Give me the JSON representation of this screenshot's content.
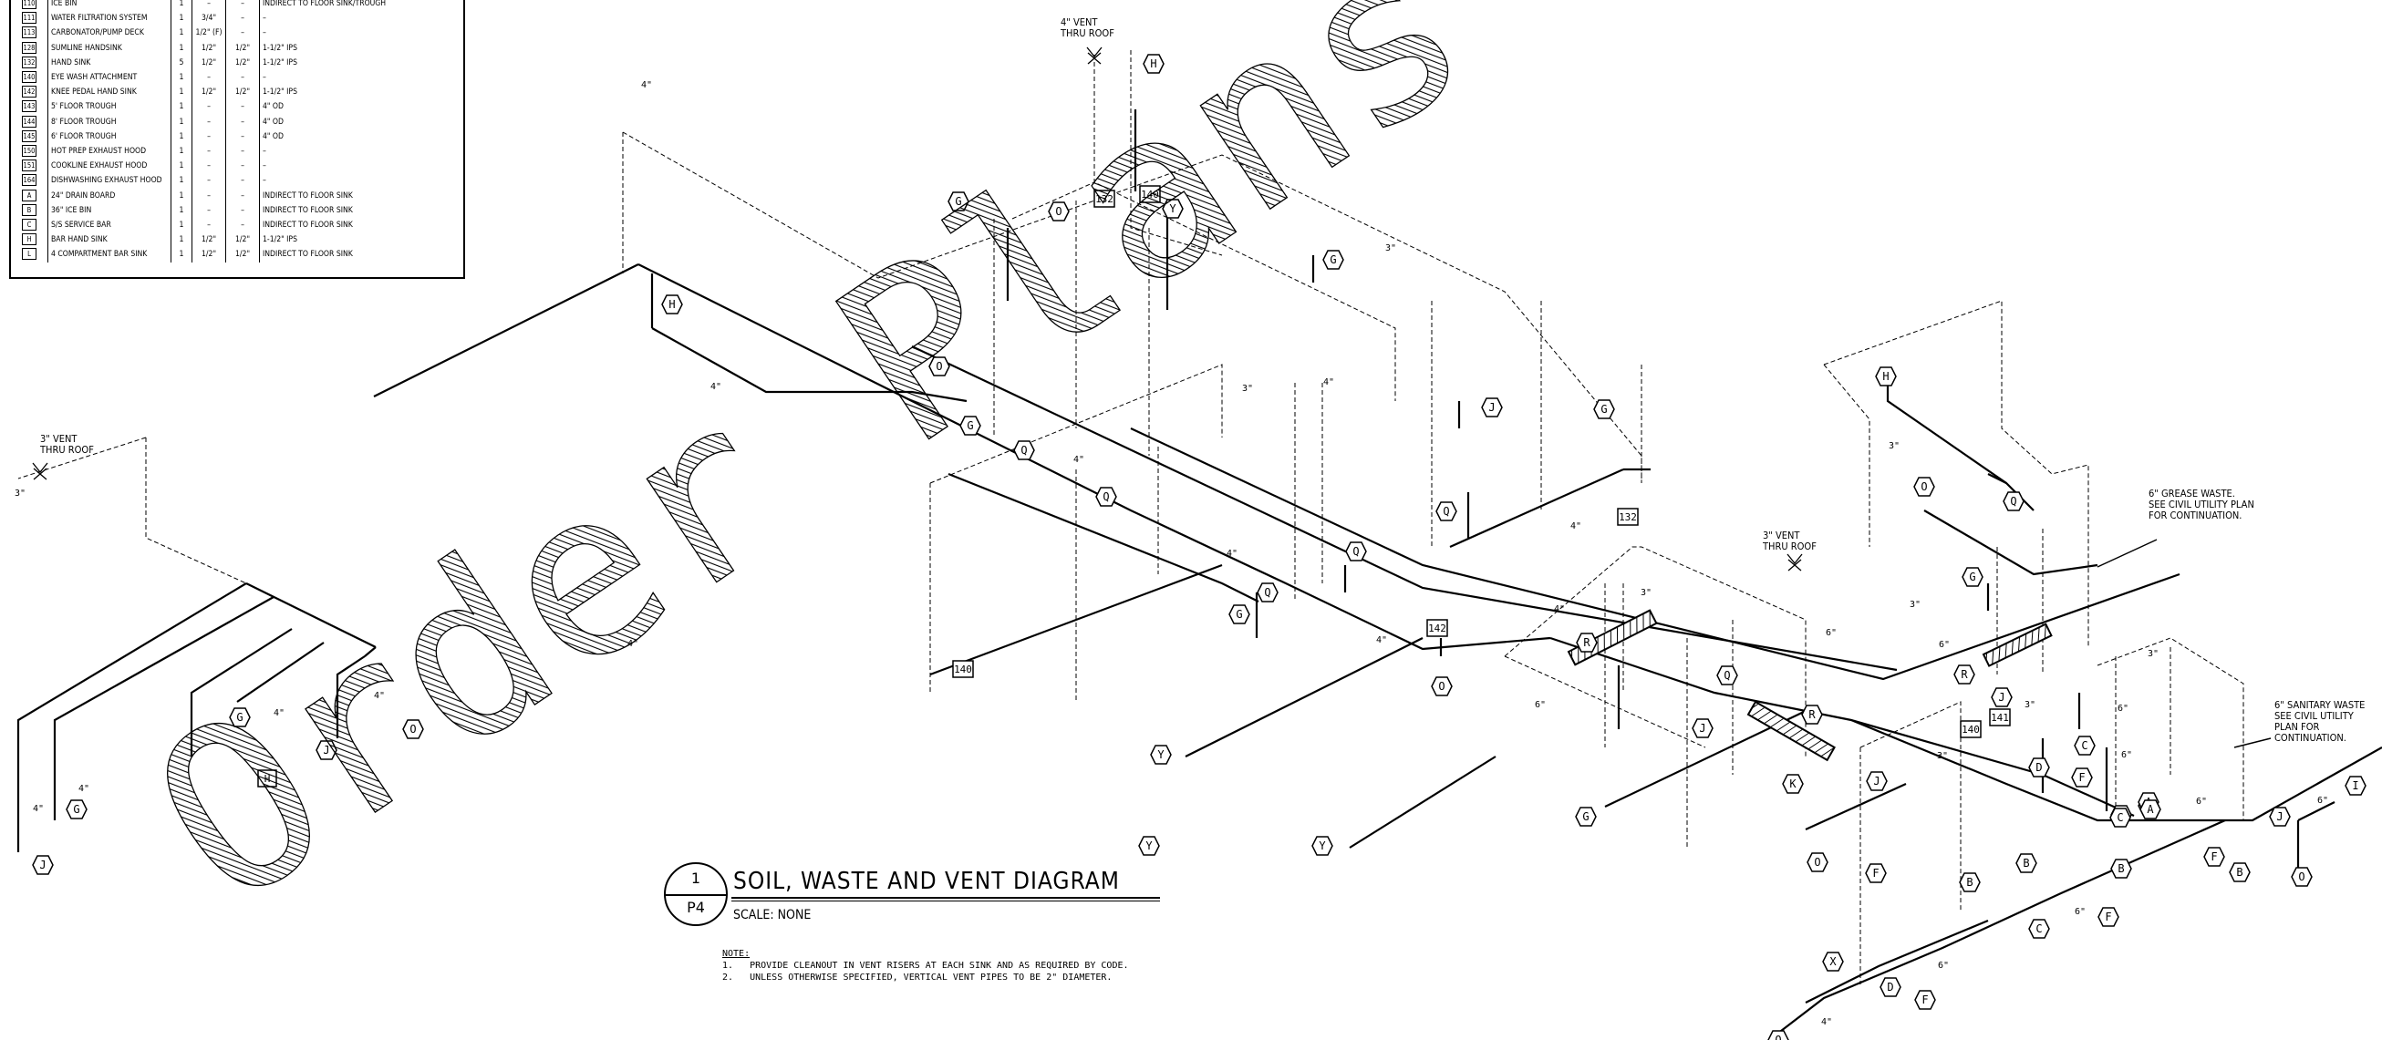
{
  "fixture_schedule": {
    "rows": [
      {
        "tag": "110",
        "name": "ICE BIN",
        "qty": "1",
        "c1": "–",
        "c2": "–",
        "remarks": "INDIRECT TO FLOOR SINK/TROUGH"
      },
      {
        "tag": "111",
        "name": "WATER FILTRATION SYSTEM",
        "qty": "1",
        "c1": "3/4\"",
        "c2": "–",
        "remarks": "–"
      },
      {
        "tag": "113",
        "name": "CARBONATOR/PUMP DECK",
        "qty": "1",
        "c1": "1/2\" (F)",
        "c2": "–",
        "remarks": "–"
      },
      {
        "tag": "128",
        "name": "SUMLINE HANDSINK",
        "qty": "1",
        "c1": "1/2\"",
        "c2": "1/2\"",
        "remarks": "1-1/2\" IPS"
      },
      {
        "tag": "132",
        "name": "HAND SINK",
        "qty": "5",
        "c1": "1/2\"",
        "c2": "1/2\"",
        "remarks": "1-1/2\" IPS"
      },
      {
        "tag": "140",
        "name": "EYE WASH ATTACHMENT",
        "qty": "1",
        "c1": "–",
        "c2": "–",
        "remarks": "–"
      },
      {
        "tag": "142",
        "name": "KNEE PEDAL HAND SINK",
        "qty": "1",
        "c1": "1/2\"",
        "c2": "1/2\"",
        "remarks": "1-1/2\" IPS"
      },
      {
        "tag": "143",
        "name": "5' FLOOR TROUGH",
        "qty": "1",
        "c1": "–",
        "c2": "–",
        "remarks": "4\" OD"
      },
      {
        "tag": "144",
        "name": "8' FLOOR TROUGH",
        "qty": "1",
        "c1": "–",
        "c2": "–",
        "remarks": "4\" OD"
      },
      {
        "tag": "145",
        "name": "6' FLOOR TROUGH",
        "qty": "1",
        "c1": "–",
        "c2": "–",
        "remarks": "4\" OD"
      },
      {
        "tag": "150",
        "name": "HOT PREP EXHAUST HOOD",
        "qty": "1",
        "c1": "–",
        "c2": "–",
        "remarks": "–"
      },
      {
        "tag": "151",
        "name": "COOKLINE EXHAUST HOOD",
        "qty": "1",
        "c1": "–",
        "c2": "–",
        "remarks": "–"
      },
      {
        "tag": "164",
        "name": "DISHWASHING EXHAUST HOOD",
        "qty": "1",
        "c1": "–",
        "c2": "–",
        "remarks": "–"
      },
      {
        "tag": "A",
        "name": "24\" DRAIN BOARD",
        "qty": "1",
        "c1": "–",
        "c2": "–",
        "remarks": "INDIRECT TO FLOOR SINK"
      },
      {
        "tag": "B",
        "name": "36\" ICE BIN",
        "qty": "1",
        "c1": "–",
        "c2": "–",
        "remarks": "INDIRECT TO FLOOR SINK"
      },
      {
        "tag": "C",
        "name": "S/S SERVICE BAR",
        "qty": "1",
        "c1": "–",
        "c2": "–",
        "remarks": "INDIRECT TO FLOOR SINK"
      },
      {
        "tag": "H",
        "name": "BAR HAND SINK",
        "qty": "1",
        "c1": "1/2\"",
        "c2": "1/2\"",
        "remarks": "1-1/2\" IPS"
      },
      {
        "tag": "L",
        "name": "4 COMPARTMENT BAR SINK",
        "qty": "1",
        "c1": "1/2\"",
        "c2": "1/2\"",
        "remarks": "INDIRECT TO FLOOR SINK"
      }
    ]
  },
  "title": {
    "detail_number": "1",
    "sheet": "P4",
    "heading": "SOIL, WASTE AND VENT DIAGRAM",
    "scale": "SCALE: NONE"
  },
  "notes": {
    "heading": "NOTE:",
    "items": [
      "1.   PROVIDE CLEANOUT IN VENT RISERS AT EACH SINK AND AS REQUIRED BY CODE.",
      "2.   UNLESS OTHERWISE SPECIFIED, VERTICAL VENT PIPES TO BE 2\" DIAMETER."
    ]
  },
  "callouts": {
    "vent_top": "4\" VENT\nTHRU ROOF",
    "vent_left": "3\" VENT\nTHRU ROOF",
    "vent_mid": "3\" VENT\nTHRU ROOF",
    "grease": "6\" GREASE WASTE.\nSEE CIVIL UTILITY PLAN\nFOR CONTINUATION.",
    "sanitary": "6\" SANITARY WASTE\nSEE CIVIL UTILITY\nPLAN FOR\nCONTINUATION."
  },
  "watermark": "Order Plans @ WWW.LD",
  "pipe_sizes": [
    "4\"",
    "3\"",
    "6\"",
    "2\""
  ],
  "fixture_markers": [
    "G",
    "H",
    "J",
    "O",
    "Q",
    "R",
    "Y",
    "K",
    "X",
    "D",
    "F",
    "B",
    "C",
    "A",
    "I",
    "132",
    "140",
    "142",
    "141"
  ]
}
